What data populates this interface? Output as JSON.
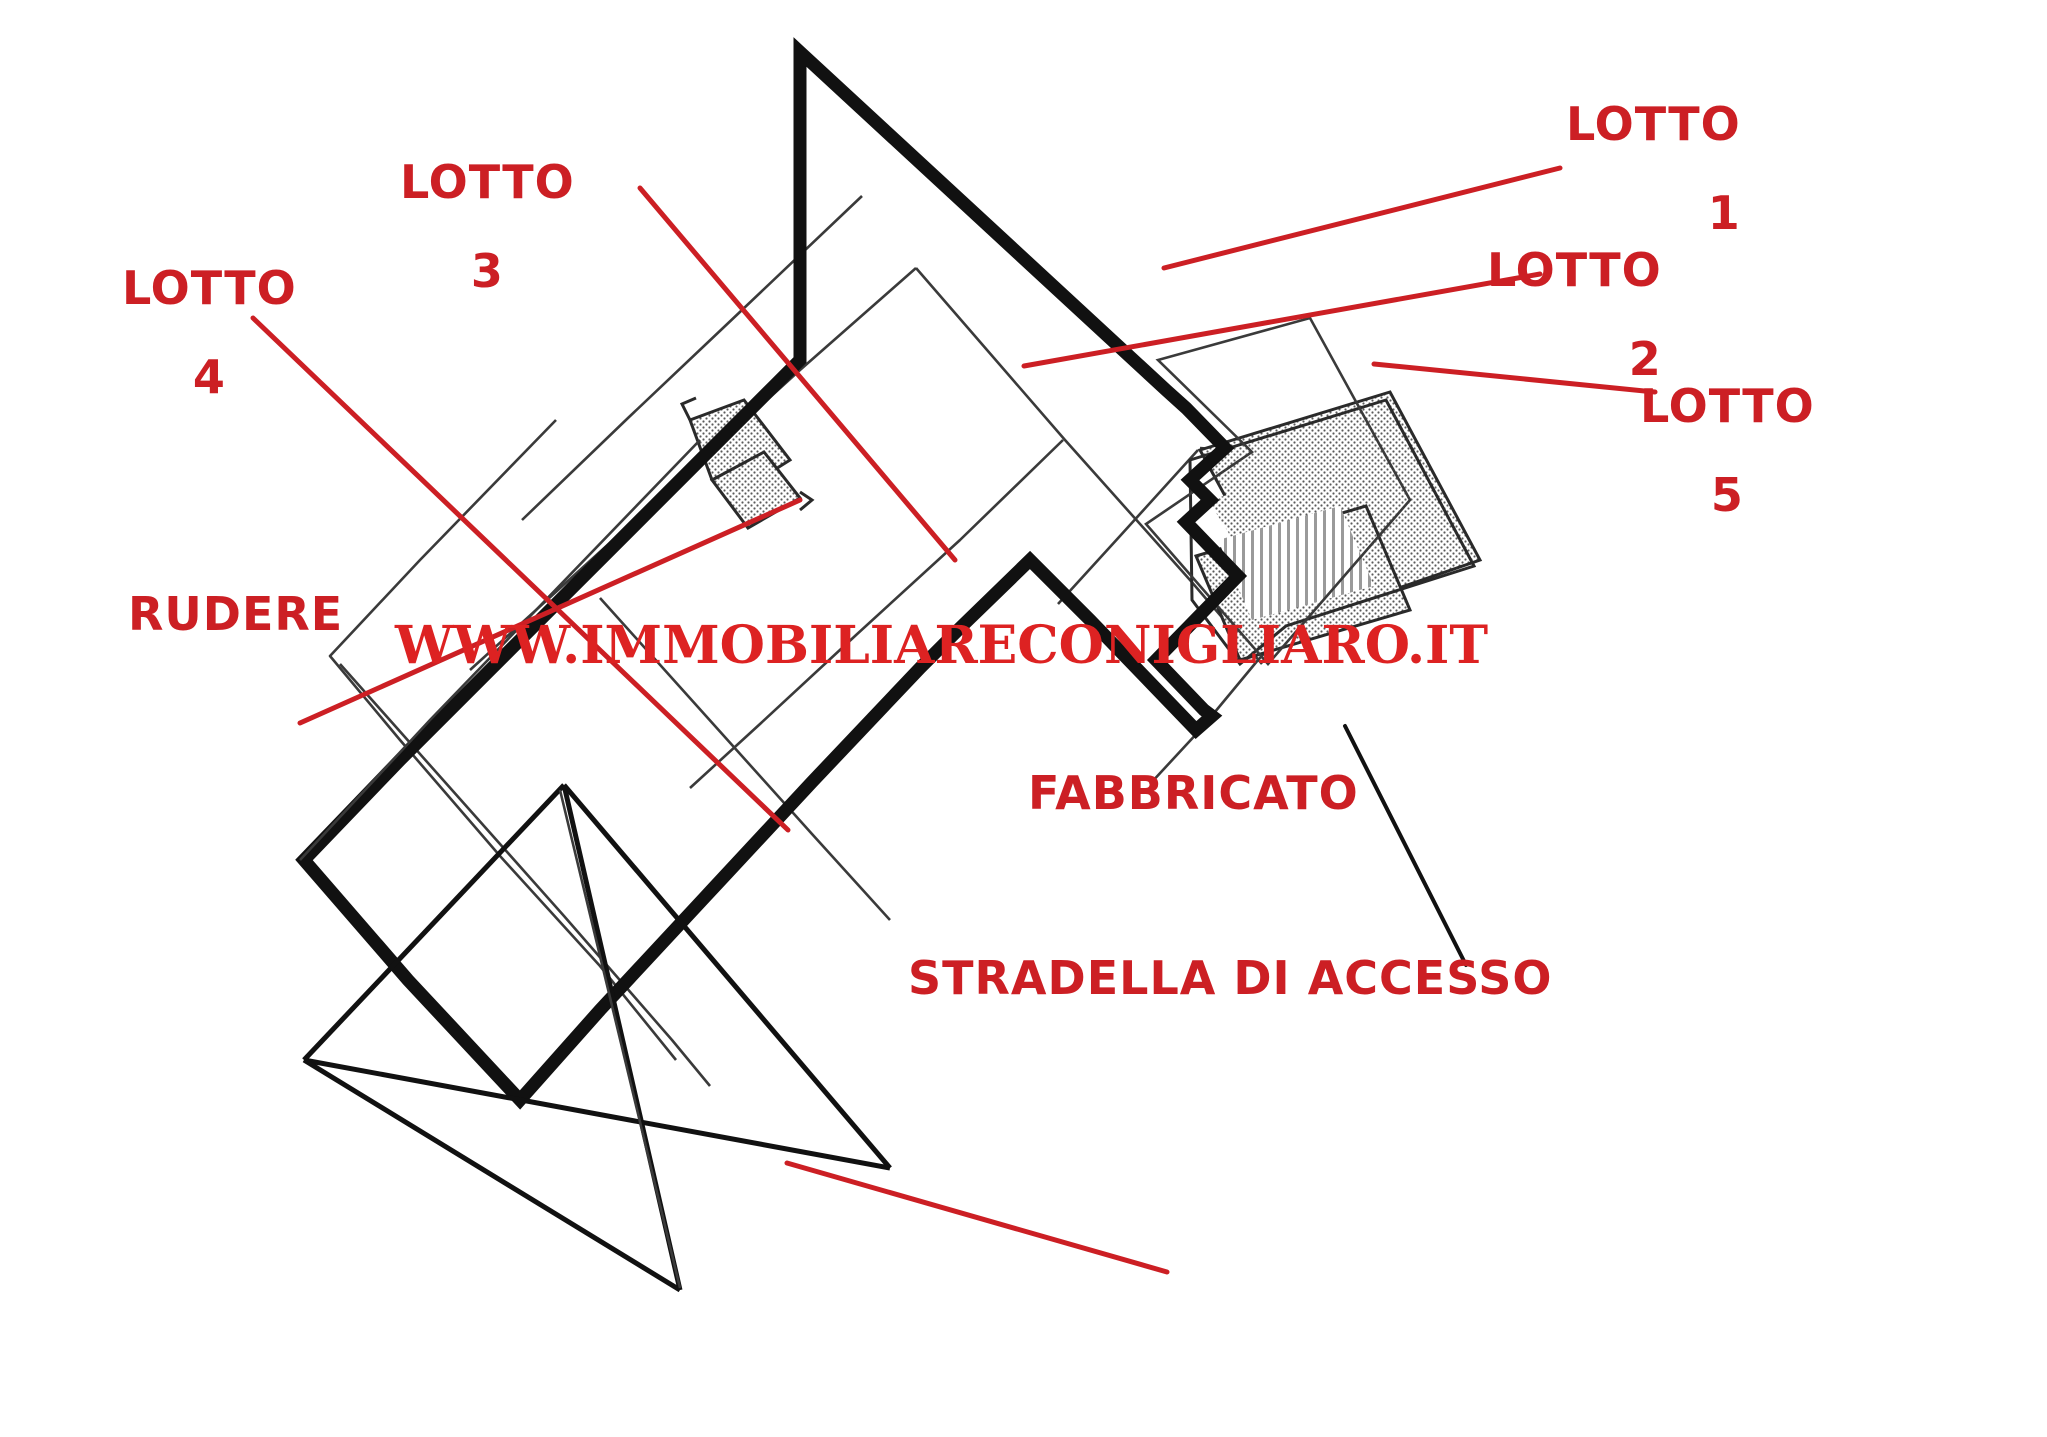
{
  "document": {
    "type": "cadastral-parcel-map",
    "background_color": "#ffffff",
    "annotation_color": "#cc1f24",
    "outline_color": "#111111",
    "watermark_color": "#dd2222"
  },
  "watermark": {
    "text": "WWW.IMMOBILIARECONIGLIARO.IT"
  },
  "annotations": [
    {
      "id": "lotto-1",
      "word": "LOTTO",
      "number": "1"
    },
    {
      "id": "lotto-2",
      "word": "LOTTO",
      "number": "2"
    },
    {
      "id": "lotto-3",
      "word": "LOTTO",
      "number": "3"
    },
    {
      "id": "lotto-4",
      "word": "LOTTO",
      "number": "4"
    },
    {
      "id": "lotto-5",
      "word": "LOTTO",
      "number": "5"
    },
    {
      "id": "rudere",
      "word": "RUDERE",
      "number": ""
    },
    {
      "id": "fabbricato",
      "word": "FABBRICATO",
      "number": ""
    },
    {
      "id": "stradella",
      "word": "STRADELLA DI ACCESSO",
      "number": ""
    }
  ],
  "labels": {
    "lotto1": {
      "word": "LOTTO",
      "number": "1"
    },
    "lotto2": {
      "word": "LOTTO",
      "number": "2"
    },
    "lotto3": {
      "word": "LOTTO",
      "number": "3"
    },
    "lotto4": {
      "word": "LOTTO",
      "number": "4"
    },
    "lotto5": {
      "word": "LOTTO",
      "number": "5"
    },
    "rudere": {
      "word": "RUDERE"
    },
    "fabbricato": {
      "word": "FABBRICATO"
    },
    "stradella": {
      "word": "STRADELLA DI ACCESSO"
    }
  },
  "map_features": {
    "parcel_outline": "thick black polygon, rotated rectangle with an L-shaped notch at lower right",
    "internal_subdivisions": "thin hand-drawn lines splitting the parcel into five lots",
    "rudere_structure": "small stippled rectangle straddling the north-west boundary",
    "fabbricato_structure": "larger stippled rectangle with vertical hatching in the eastern wing",
    "access_road_strip": "narrow strip along the south-west edge of the parcel",
    "cross_lines": "two straight black diagonals forming an X in the south-west lot"
  }
}
